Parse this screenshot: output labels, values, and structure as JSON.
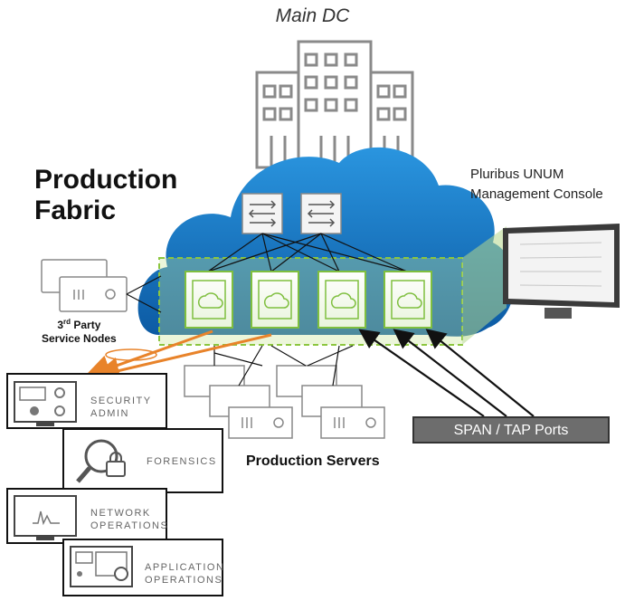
{
  "diagram": {
    "title": "Main DC",
    "fabric_label": [
      "Production",
      "Fabric"
    ],
    "console_label": [
      "Pluribus UNUM",
      "Management Console"
    ],
    "third_party_label": {
      "prefix": "3",
      "superscript": "rd",
      "line1_rest": " Party",
      "line2": "Service Nodes"
    },
    "servers_label": "Production Servers",
    "span_label": "SPAN / TAP Ports",
    "tools": [
      {
        "id": "security",
        "lines": [
          "SECURITY",
          "ADMIN"
        ],
        "icon": "security-dashboard-icon"
      },
      {
        "id": "forensics",
        "lines": [
          "FORENSICS"
        ],
        "icon": "magnifier-lock-icon"
      },
      {
        "id": "network",
        "lines": [
          "NETWORK",
          "OPERATIONS"
        ],
        "icon": "waveform-monitor-icon"
      },
      {
        "id": "application",
        "lines": [
          "APPLICATION",
          "OPERATIONS"
        ],
        "icon": "app-globe-monitor-icon"
      }
    ],
    "colors": {
      "cloud_top": "#2a8fd8",
      "cloud_bottom": "#0d5fa8",
      "fabric_node_fill": "#ffffff",
      "fabric_node_border": "#7fbf3f",
      "dashed_box": "#8cc63f",
      "orange_arrow": "#e8832a",
      "span_box": "#6d6d6d",
      "building": "#8a8a8a"
    }
  }
}
